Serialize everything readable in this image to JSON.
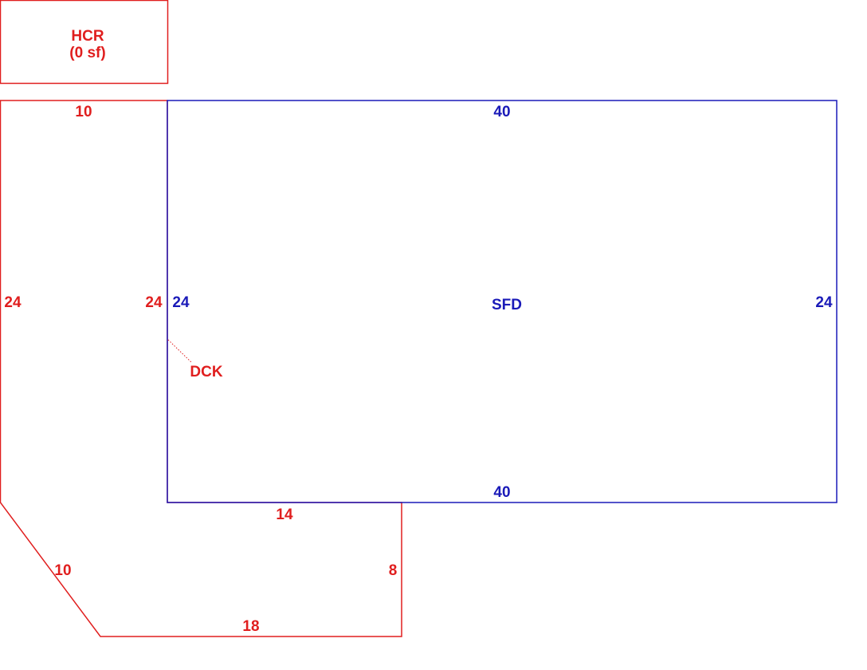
{
  "colors": {
    "deck": "#e01e1e",
    "house": "#1a1ab8"
  },
  "hcr": {
    "code": "HCR",
    "area": "(0 sf)"
  },
  "deck": {
    "label": "DCK",
    "dims": {
      "top": "10",
      "left": "24",
      "inner_right": "24",
      "bottom_inner": "14",
      "diagonal": "10",
      "right_lower": "8",
      "bottom": "18"
    }
  },
  "house": {
    "label": "SFD",
    "dims": {
      "top": "40",
      "bottom": "40",
      "left": "24",
      "right": "24"
    }
  }
}
